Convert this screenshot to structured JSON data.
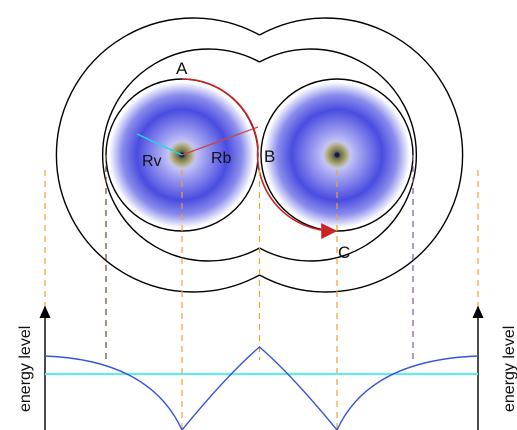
{
  "labels": {
    "point_a": "A",
    "point_b": "B",
    "point_c": "C",
    "radius_v": "Rv",
    "radius_b": "Rb"
  },
  "axes": {
    "left_title": "energy level",
    "right_title": "energy level"
  },
  "colors": {
    "boundary": "#000000",
    "orbital_glow": "#4a4ce0",
    "nucleus": "#9a9a55",
    "path_arrow": "#cc2222",
    "radius_v_line": "#22d6e6",
    "radius_b_line": "#cc4444",
    "energy_curve": "#3355dd",
    "energy_level_line": "#66e8ee",
    "guide_orange": "#f0a030",
    "guide_brown": "#6a4a2a",
    "guide_purple": "#7a5a9a"
  }
}
